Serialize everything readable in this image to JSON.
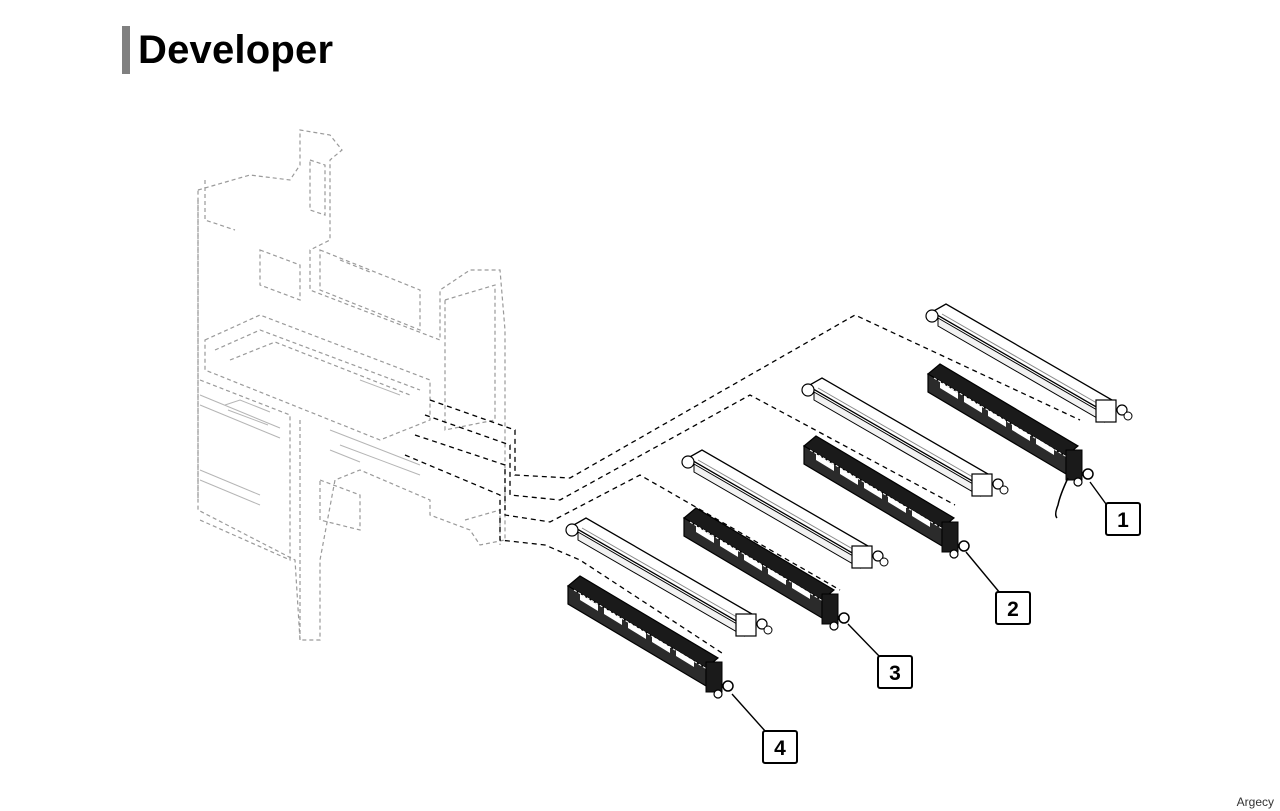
{
  "header": {
    "title": "Developer",
    "accent_color": "#808080"
  },
  "diagram": {
    "icon": "printer-exploded-view",
    "line_color": "#000000",
    "frame_color": "#9a9a9a",
    "callouts": [
      {
        "label": "1"
      },
      {
        "label": "2"
      },
      {
        "label": "3"
      },
      {
        "label": "4"
      }
    ]
  },
  "footer": {
    "watermark": "Argecy"
  }
}
